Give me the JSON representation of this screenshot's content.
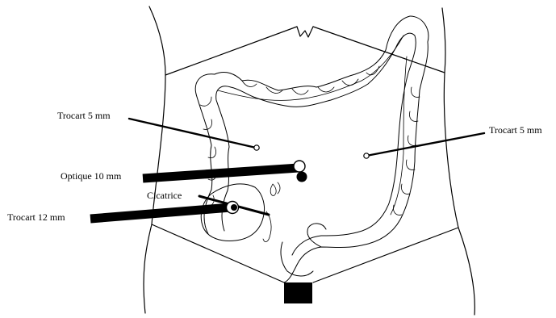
{
  "labels": {
    "trocar_left_5": "Trocart 5 mm",
    "trocar_right_5": "Trocart 5 mm",
    "optique_10": "Optique 10 mm",
    "cicatrice": "Cicatrice",
    "trocar_12": "Trocart 12 mm"
  },
  "colors": {
    "ink": "#000000",
    "background": "#ffffff"
  }
}
